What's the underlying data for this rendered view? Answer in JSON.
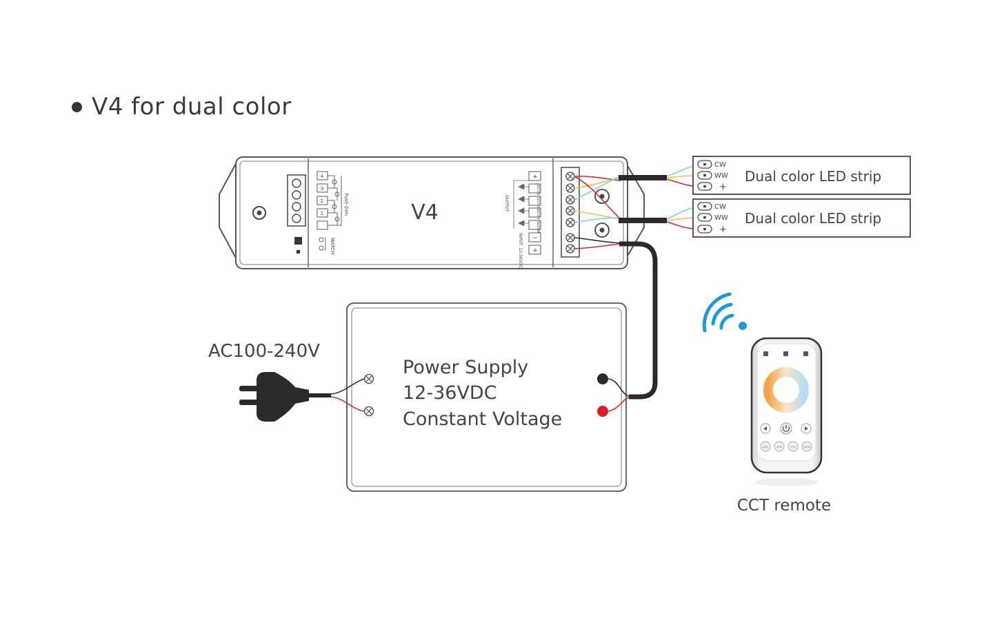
{
  "title": "V4 for dual color",
  "controller": {
    "name": "V4",
    "push_dim_label": "Push-Dim",
    "match_label": "MATCH",
    "input_pin_numbers": [
      "4",
      "3",
      "2",
      "1"
    ],
    "output_label": "OUTPUT",
    "input_label": "INPUT: 12-36VDC",
    "output_pin_labels": [
      "+",
      "R/CH1",
      "G/CH2",
      "B/CH3",
      "W/CH4",
      "−",
      "+"
    ]
  },
  "led_strips": [
    {
      "label": "Dual color LED strip",
      "pins": [
        "CW",
        "WW",
        "+"
      ]
    },
    {
      "label": "Dual color LED strip",
      "pins": [
        "CW",
        "WW",
        "+"
      ]
    }
  ],
  "power_supply": {
    "line1": "Power Supply",
    "line2": "12-36VDC",
    "line3": "Constant Voltage"
  },
  "ac_label": "AC100-240V",
  "remote": {
    "label": "CCT remote",
    "bottom_buttons": [
      "25%",
      "50%",
      "75%",
      "100%"
    ]
  },
  "colors": {
    "wire_red": "#d22b2b",
    "wire_yellow": "#e8c53a",
    "wire_cyan": "#7fd0e0",
    "cable": "#2a2a2a",
    "signal_blue": "#1f9ad6"
  }
}
